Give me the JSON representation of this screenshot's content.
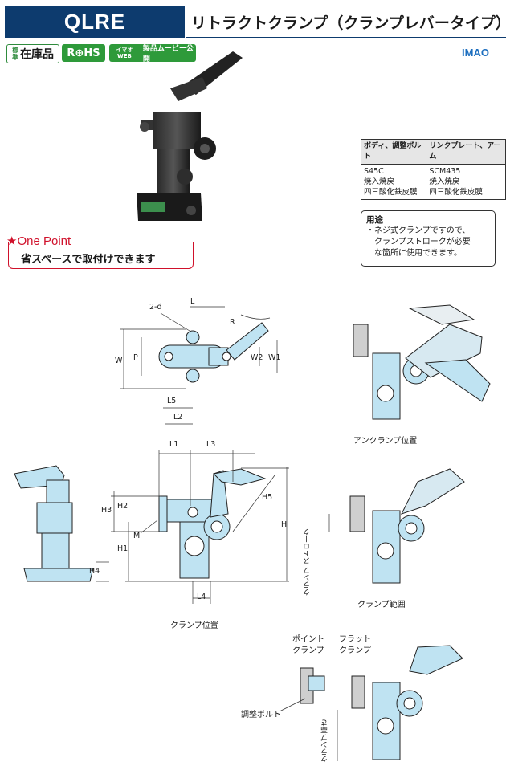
{
  "header": {
    "code": "QLRE",
    "title": "リトラクトクランプ（クランプレバータイプ）"
  },
  "badges": {
    "stock_small": "標準",
    "stock": "在庫品",
    "rohs": "R⊕HS",
    "web_small": "イマオ WEB",
    "web": "製品ムービー公開"
  },
  "logo": "IMAO",
  "materials": {
    "headers": [
      "ボディ、調整ボルト",
      "リンクプレート、アーム"
    ],
    "col1": [
      "S45C",
      "焼入焼戻",
      "四三酸化鉄皮膜"
    ],
    "col2": [
      "SCM435",
      "焼入焼戻",
      "四三酸化鉄皮膜"
    ]
  },
  "usage": {
    "title": "用途",
    "lines": [
      "・ネジ式クランプですので、",
      "クランプストロークが必要",
      "な箇所に使用できます。"
    ]
  },
  "one_point": {
    "label": "★One Point",
    "text": "省スペースで取付けできます"
  },
  "dims": {
    "d2": "2-d",
    "L": "L",
    "R": "R",
    "W": "W",
    "P": "P",
    "W2": "W2",
    "W1": "W1",
    "L5": "L5",
    "L2": "L2",
    "L1": "L1",
    "L3": "L3",
    "H3": "H3",
    "H2": "H2",
    "H5": "H5",
    "H": "H",
    "H1": "H1",
    "M": "M",
    "H4": "H4",
    "L4": "L4"
  },
  "captions": {
    "unclamp": "アンクランプ位置",
    "clamp_pos": "クランプ位置",
    "clamp_range": "クランプ範囲",
    "clamp_stroke": "クランプ ストローク",
    "point_clamp": "ポイント クランプ",
    "flat_clamp": "フラット クランプ",
    "adjust_bolt": "調整ボルト",
    "clamp_height": "クランプ高さ"
  }
}
